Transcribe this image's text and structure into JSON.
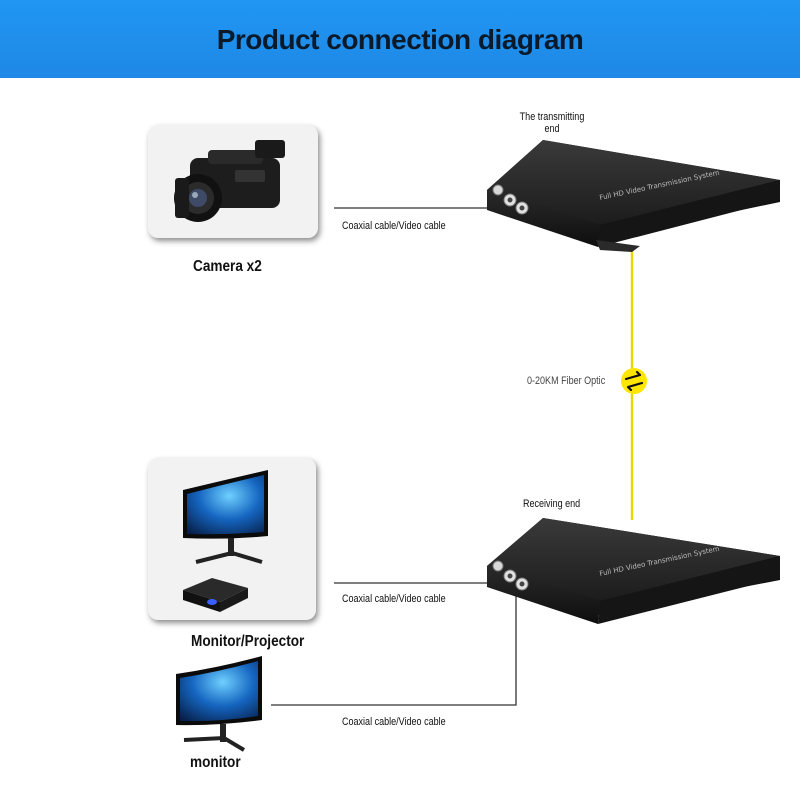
{
  "header": {
    "title": "Product connection diagram"
  },
  "transmitter": {
    "label_line1": "The transmitting",
    "label_line2": "end"
  },
  "receiver": {
    "label": "Receiving end"
  },
  "fiber": {
    "label": "0-20KM Fiber Optic"
  },
  "cables": {
    "camera_link": "Coaxial cable/Video cable",
    "monitor_projector_link": "Coaxial cable/Video cable",
    "monitor_link": "Coaxial cable/Video cable"
  },
  "devices": {
    "camera": "Camera x2",
    "monitor_projector": "Monitor/Projector",
    "monitor": "monitor"
  },
  "colors": {
    "banner": "#2196f3",
    "fiber": "#f0e000",
    "cable": "#333333"
  }
}
